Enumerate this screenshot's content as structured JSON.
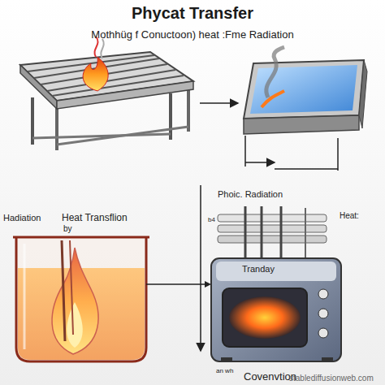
{
  "diagram": {
    "title": "Phycat Transfer",
    "caption": "Mothhüg f Conuctoon) heat :Fme Radiation",
    "nodes": [
      {
        "text": [
          "Heat Transflion",
          "by"
        ]
      },
      {
        "text": [
          "Tranday"
        ]
      }
    ],
    "edges": [
      {
        "from": 0,
        "to": 1,
        "arrow": "to"
      }
    ],
    "labels": [
      "Hadiation",
      "Phoic. Radiation",
      "b4",
      "Heat:",
      "an wh",
      "Covenvtion",
      "stablediffusionweb.com"
    ]
  }
}
